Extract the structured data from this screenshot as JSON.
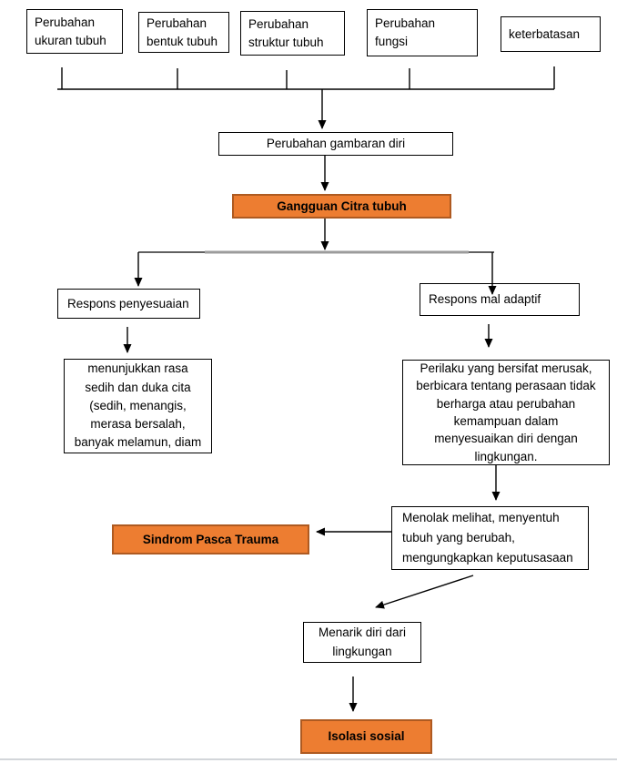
{
  "diagram": {
    "type": "flowchart",
    "topic": "Gangguan Citra tubuh",
    "causes": [
      "Perubahan\nukuran tubuh",
      "Perubahan\nbentuk tubuh",
      "Perubahan\nstruktur tubuh",
      "Perubahan\nfungsi",
      "keterbatasan"
    ],
    "perubahan_gambaran_diri": "Perubahan gambaran diri",
    "gangguan_citra_tubuh": "Gangguan Citra tubuh",
    "respons_penyesuaian": "Respons penyesuaian",
    "respons_mal_adaptif": "Respons mal adaptif",
    "respons_penyesuaian_detail": "menunjukkan rasa\nsedih dan duka cita\n(sedih, menangis,\nmerasa bersalah,\nbanyak melamun, diam",
    "respons_mal_adaptif_detail": "Perilaku yang bersifat merusak,\nberbicara tentang perasaan tidak\nberharga atau perubahan\nkemampuan dalam\nmenyesuaikan diri dengan\nlingkungan.",
    "menolak_melihat": "Menolak melihat, menyentuh\ntubuh yang berubah,\nmengungkapkan keputusasaan",
    "sindrom_pasca_trauma": "Sindrom Pasca Trauma",
    "menarik_diri": "Menarik diri dari\nlingkungan",
    "isolasi_sosial": "Isolasi sosial",
    "edges": [
      {
        "from": "perubahan-ukuran-tubuh",
        "to": "perubahan-gambaran-diri"
      },
      {
        "from": "perubahan-bentuk-tubuh",
        "to": "perubahan-gambaran-diri"
      },
      {
        "from": "perubahan-struktur-tubuh",
        "to": "perubahan-gambaran-diri"
      },
      {
        "from": "perubahan-fungsi",
        "to": "perubahan-gambaran-diri"
      },
      {
        "from": "keterbatasan",
        "to": "perubahan-gambaran-diri"
      },
      {
        "from": "perubahan-gambaran-diri",
        "to": "gangguan-citra-tubuh"
      },
      {
        "from": "gangguan-citra-tubuh",
        "to": "respons-penyesuaian"
      },
      {
        "from": "gangguan-citra-tubuh",
        "to": "respons-mal-adaptif"
      },
      {
        "from": "respons-penyesuaian",
        "to": "respons-penyesuaian-detail"
      },
      {
        "from": "respons-mal-adaptif",
        "to": "respons-mal-adaptif-detail"
      },
      {
        "from": "respons-mal-adaptif-detail",
        "to": "menolak-melihat"
      },
      {
        "from": "menolak-melihat",
        "to": "sindrom-pasca-trauma"
      },
      {
        "from": "menolak-melihat",
        "to": "menarik-diri"
      },
      {
        "from": "menarik-diri",
        "to": "isolasi-sosial"
      }
    ]
  },
  "colors": {
    "accent_fill": "#ED7D31",
    "accent_border": "#AE5A21",
    "box_border": "#000000",
    "connector": "#000000",
    "split_line_gray": "#9c9c9c",
    "page_edge": "#d3d6da"
  }
}
